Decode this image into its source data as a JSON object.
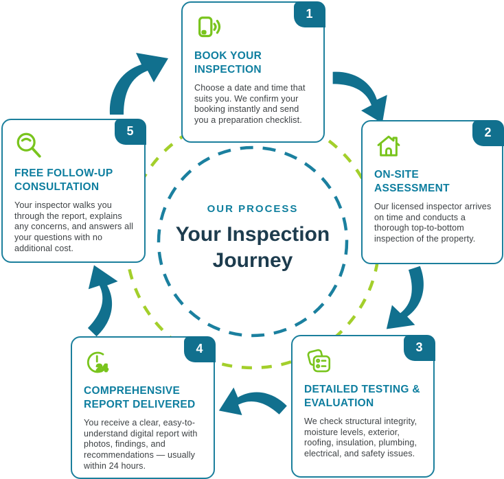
{
  "center": {
    "kicker": "OUR PROCESS",
    "title_line1": "Your Inspection",
    "title_line2": "Journey"
  },
  "steps": [
    {
      "number": "1",
      "icon": "phone-ring-icon",
      "title": "BOOK YOUR INSPECTION",
      "description": "Choose a date and time that suits you. We confirm your booking instantly and send you a preparation checklist."
    },
    {
      "number": "2",
      "icon": "house-icon",
      "title": "ON-SITE ASSESSMENT",
      "description": "Our licensed inspector arrives on time and conducts a thorough top-to-bottom inspection of the property."
    },
    {
      "number": "3",
      "icon": "checklist-cards-icon",
      "title": "DETAILED TESTING & EVALUATION",
      "description": "We check structural integrity, moisture levels, exterior, roofing, insulation, plumbing, electrical, and safety issues."
    },
    {
      "number": "4",
      "icon": "clock-24-icon",
      "title": "COMPREHENSIVE REPORT DELIVERED",
      "description": "You receive a clear, easy-to-understand digital report with photos, findings, and recommendations — usually within 24 hours."
    },
    {
      "number": "5",
      "icon": "magnifier-icon",
      "title": "FREE FOLLOW-UP CONSULTATION",
      "description": "Your inspector walks you through the report, explains any concerns, and answers all your questions with no additional cost."
    }
  ],
  "colors": {
    "teal_accent": "#11708e",
    "teal_border": "#1b7f9c",
    "teal_title": "#0e7e9f",
    "teal_dash": "#1b809f",
    "green_icon": "#79c41d",
    "green_dash": "#a3cf2b",
    "heading_navy": "#1d3c4e",
    "body_text": "#3c4043",
    "card_bg": "#ffffff"
  }
}
